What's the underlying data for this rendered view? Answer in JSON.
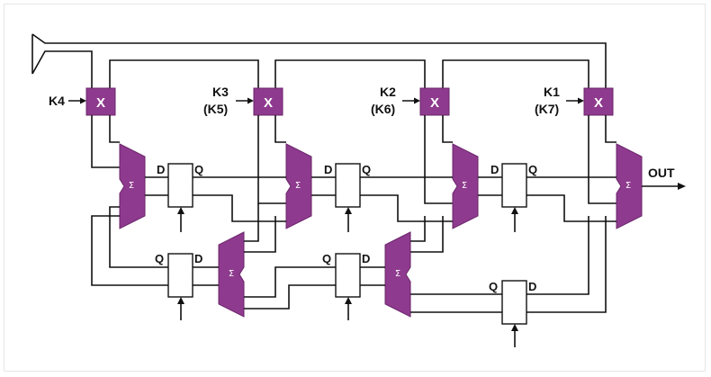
{
  "inputs": {
    "k4": "K4",
    "k3": "K3",
    "k5": "(K5)",
    "k2": "K2",
    "k6": "(K6)",
    "k1": "K1",
    "k7": "(K7)"
  },
  "output": "OUT",
  "multiplier_symbol": "X",
  "adder_symbol": "Σ",
  "ff_pins": {
    "d": "D",
    "q": "Q"
  },
  "colors": {
    "block": "#8e3a8e",
    "wire": "#111111"
  }
}
